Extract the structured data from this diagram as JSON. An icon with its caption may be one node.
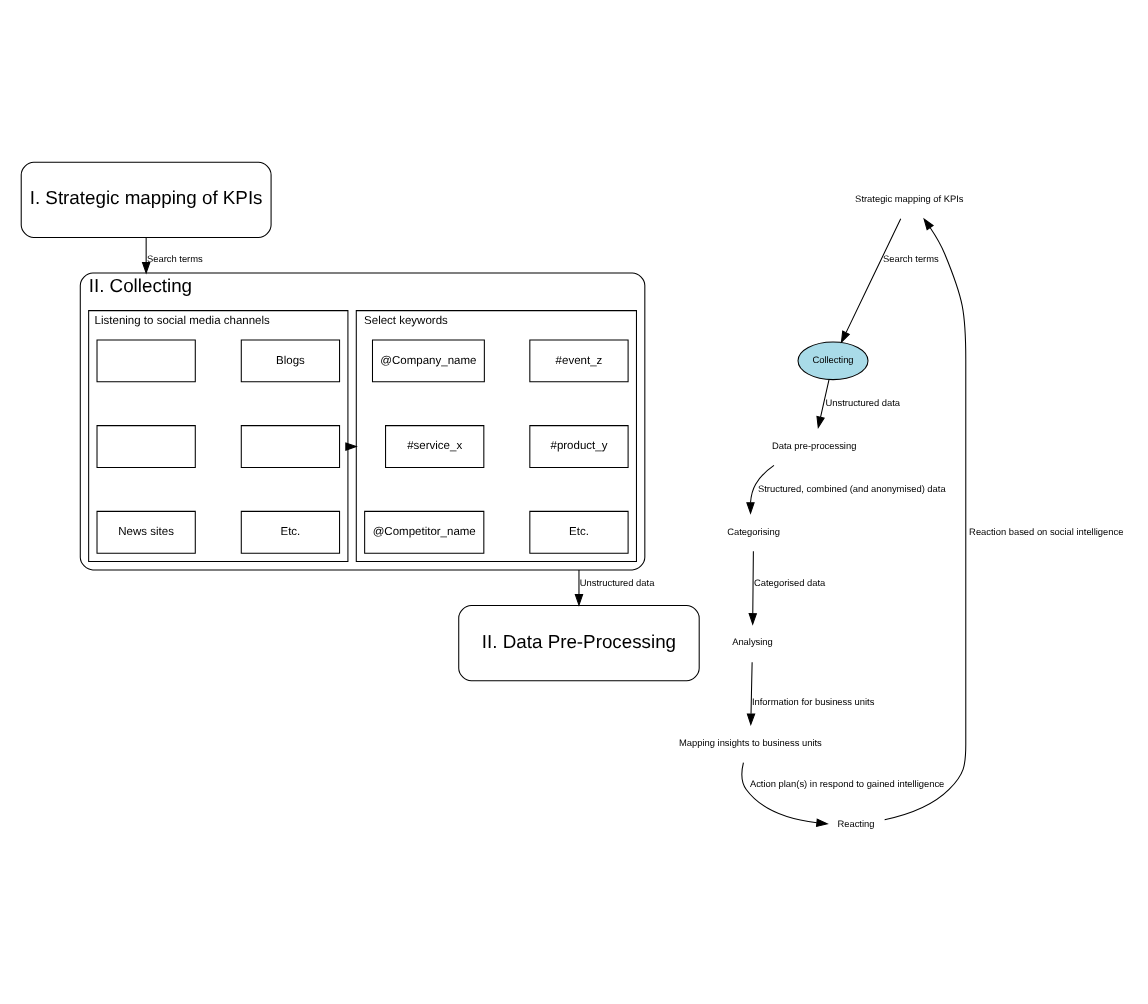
{
  "diagram": {
    "nodes": [
      {
        "text": [
          "I. Strategic mapping of KPIs"
        ]
      },
      {
        "text": [
          "II. Collecting"
        ]
      },
      {
        "text": [
          "Listening to social media channels"
        ],
        "in": 1
      },
      {
        "text": [],
        "shape": "box",
        "in": 2
      },
      {
        "text": [
          "Blogs"
        ],
        "in": 2
      },
      {
        "text": [],
        "shape": "box",
        "in": 2
      },
      {
        "text": [],
        "shape": "box",
        "in": 2
      },
      {
        "text": [
          "News sites"
        ],
        "in": 2
      },
      {
        "text": [
          "Etc."
        ],
        "in": 2
      },
      {
        "text": [
          "Select keywords"
        ],
        "in": 1
      },
      {
        "text": [
          "@Company_name"
        ],
        "in": 9
      },
      {
        "text": [
          "#event_z"
        ],
        "in": 9
      },
      {
        "text": [
          "#service_x"
        ],
        "in": 9
      },
      {
        "text": [
          "#product_y"
        ],
        "in": 9
      },
      {
        "text": [
          "@Competitor_name"
        ],
        "in": 9
      },
      {
        "text": [
          "Etc."
        ],
        "in": 9
      },
      {
        "text": [
          "II. Data Pre-Processing"
        ]
      },
      {
        "text": [
          "Strategic mapping of KPIs"
        ]
      },
      {
        "text": [
          "Collecting"
        ]
      },
      {
        "text": [
          "Data pre-processing"
        ]
      },
      {
        "text": [
          "Categorising"
        ]
      },
      {
        "text": [
          "Analysing"
        ]
      },
      {
        "text": [
          "Mapping insights to business units"
        ]
      },
      {
        "text": [
          "Reacting"
        ]
      }
    ],
    "edges": [
      {
        "from": 0,
        "to": 1,
        "arrow": "to",
        "label": "Search terms"
      },
      {
        "from": 2,
        "to": 9,
        "arrow": "to"
      },
      {
        "from": 1,
        "to": 16,
        "arrow": "to",
        "label": "Unstructured data"
      },
      {
        "from": 17,
        "to": 18,
        "arrow": "to",
        "label": "Search terms"
      },
      {
        "from": 18,
        "to": 19,
        "arrow": "to",
        "label": "Unstructured data"
      },
      {
        "from": 19,
        "to": 20,
        "arrow": "to",
        "label": "Structured, combined (and anonymised) data"
      },
      {
        "from": 20,
        "to": 21,
        "arrow": "to",
        "label": "Categorised data"
      },
      {
        "from": 21,
        "to": 22,
        "arrow": "to",
        "label": "Information for business units"
      },
      {
        "from": 22,
        "to": 23,
        "arrow": "to",
        "label": "Action plan(s) in respond to gained intelligence"
      },
      {
        "from": 23,
        "to": 17,
        "arrow": "to",
        "label": "Reaction based on social intelligence"
      }
    ]
  }
}
